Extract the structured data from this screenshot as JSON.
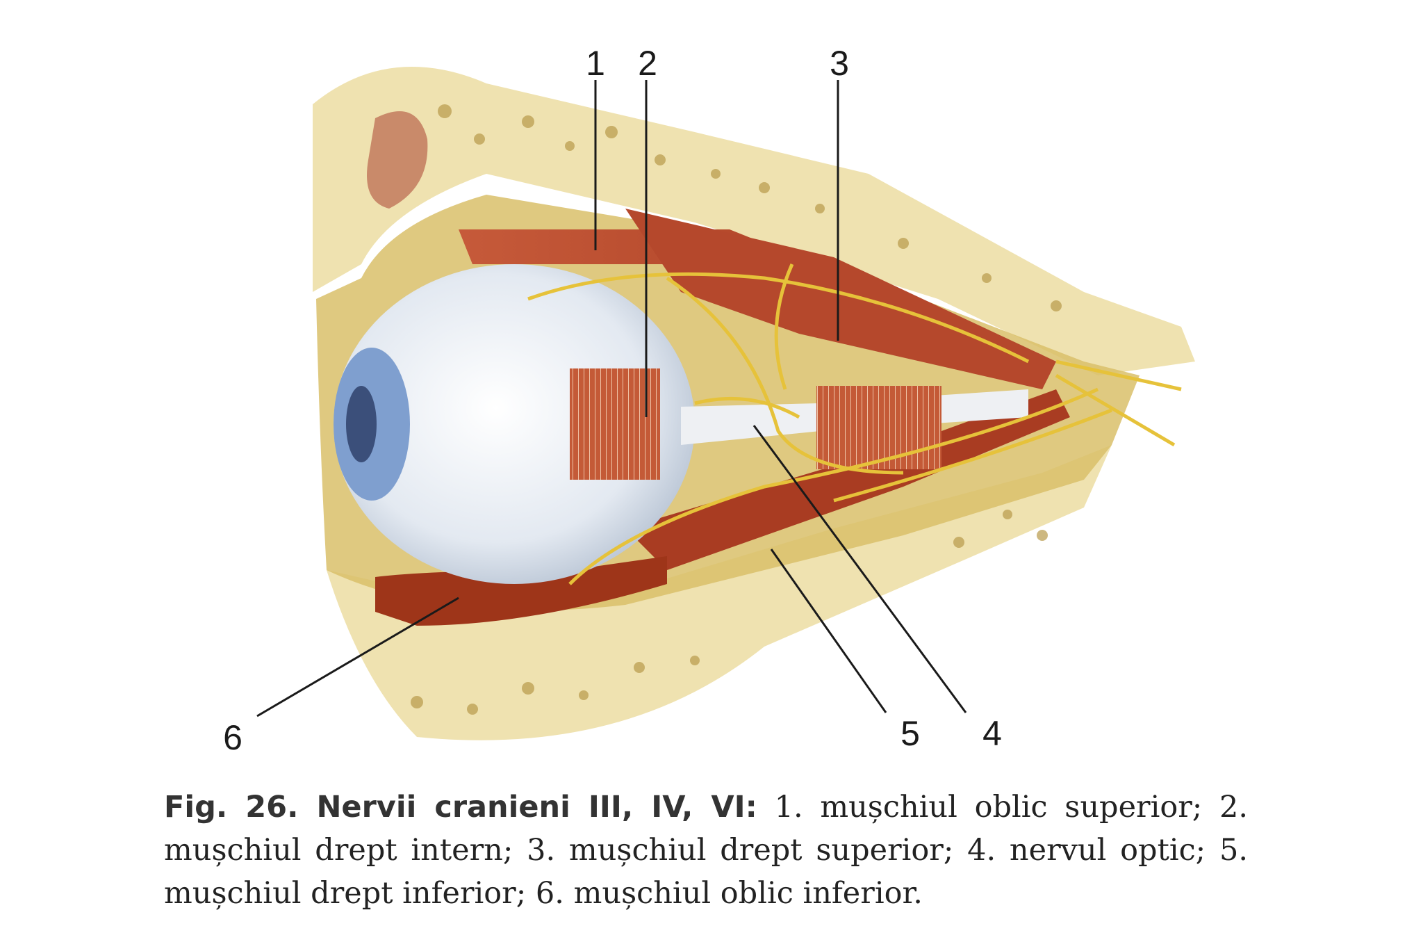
{
  "callouts": {
    "c1": "1",
    "c2": "2",
    "c3": "3",
    "c4": "4",
    "c5": "5",
    "c6": "6"
  },
  "caption": {
    "label": "Fig. 26. Nervii cranieni III, IV, VI:",
    "items": [
      "1. mușchiul oblic superior;",
      "2. mușchiul drept intern;",
      "3. mușchiul drept superior;",
      "4. nervul optic;",
      "5. mușchiul drept inferior;",
      "6. mușchiul oblic inferior."
    ]
  },
  "colors": {
    "bone": "#efe2b0",
    "orbit_fat": "#d9c06a",
    "muscle": "#b5482c",
    "muscle_dark": "#8a2c18",
    "nerve": "#e6c23a",
    "eyeball": "#e6ecf3",
    "iris": "#7f9fcf"
  }
}
